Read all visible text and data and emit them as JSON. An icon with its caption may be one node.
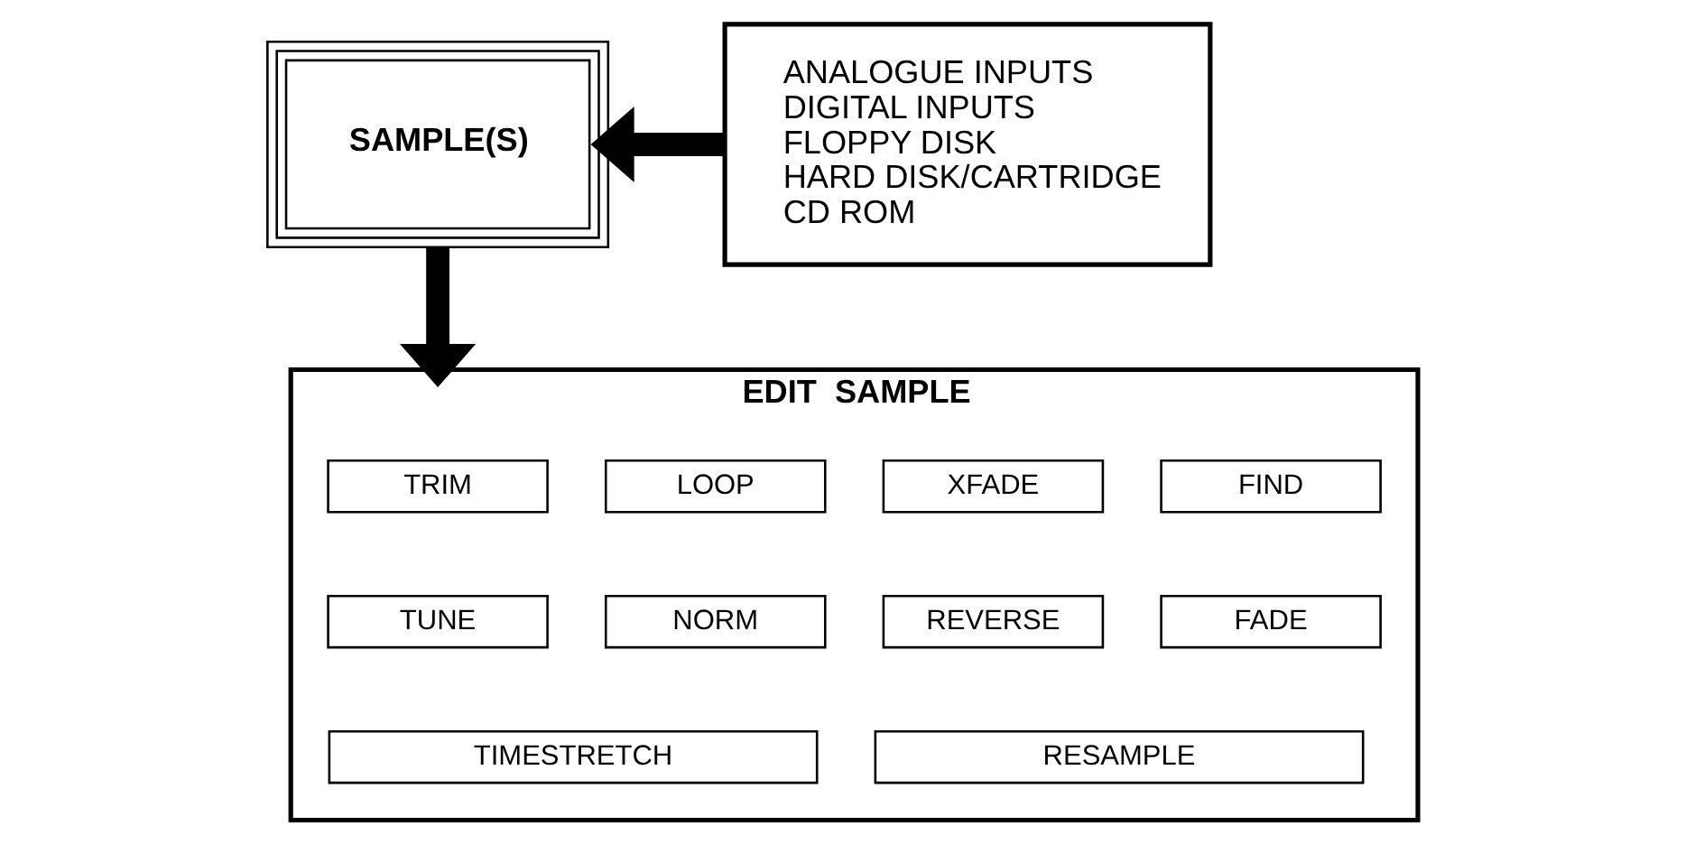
{
  "diagram": {
    "nodes": [
      {
        "text": [
          "SAMPLE(S)"
        ]
      },
      {
        "text": [
          "ANALOGUE INPUTS",
          "DIGITAL INPUTS",
          "FLOPPY DISK",
          "HARD DISK/CARTRIDGE",
          "CD ROM"
        ]
      },
      {
        "text": [
          "EDIT  SAMPLE"
        ]
      },
      {
        "text": [
          "TRIM"
        ],
        "in": 2
      },
      {
        "text": [
          "LOOP"
        ],
        "in": 2
      },
      {
        "text": [
          "XFADE"
        ],
        "in": 2
      },
      {
        "text": [
          "FIND"
        ],
        "in": 2
      },
      {
        "text": [
          "TUNE"
        ],
        "in": 2
      },
      {
        "text": [
          "NORM"
        ],
        "in": 2
      },
      {
        "text": [
          "REVERSE"
        ],
        "in": 2
      },
      {
        "text": [
          "FADE"
        ],
        "in": 2
      },
      {
        "text": [
          "TIMESTRETCH"
        ],
        "in": 2
      },
      {
        "text": [
          "RESAMPLE"
        ],
        "in": 2
      }
    ],
    "edges": [
      {
        "from": 1,
        "to": 0,
        "arrow": "to"
      },
      {
        "from": 0,
        "to": 2,
        "arrow": "to"
      }
    ]
  }
}
